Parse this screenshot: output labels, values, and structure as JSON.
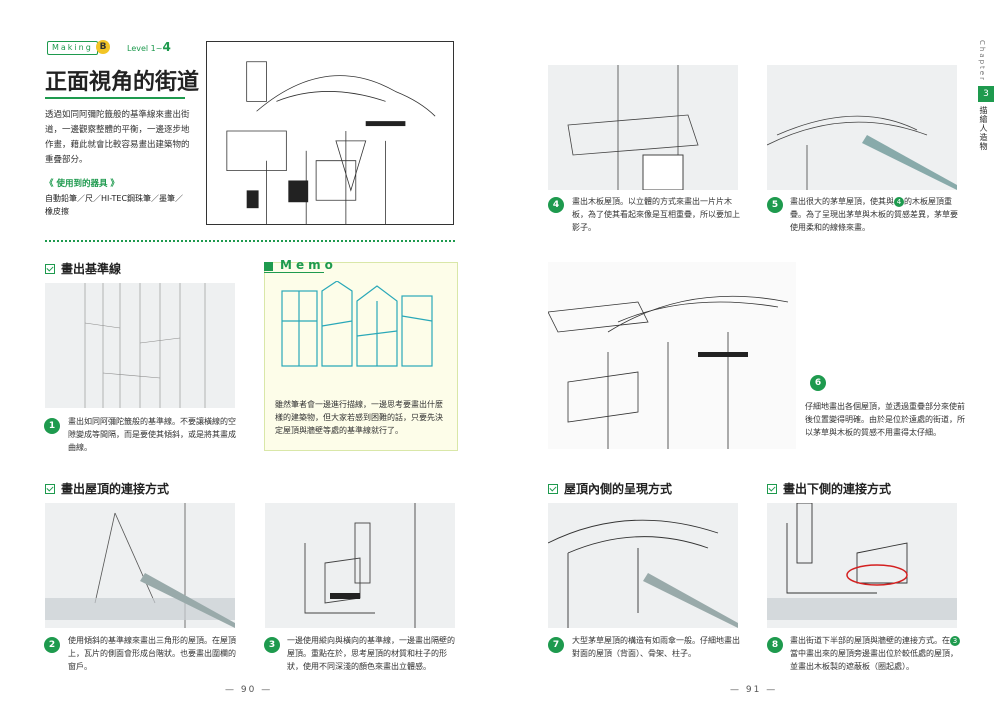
{
  "left_page": {
    "making_tag": "Making",
    "badge": "B",
    "level_label": "Level",
    "level_of": "1~",
    "level_num": "4",
    "title": "正面視角的街道",
    "intro": "透過如同阿彌陀籤般的基準線來畫出街道，一邊觀察整體的平衡，一邊逐步地作畫，藉此就會比較容易畫出建築物的重疊部分。",
    "tools_heading": "《 使用到的器具 》",
    "tools_text": "自動鉛筆／尺／HI-TEC鋼珠筆／墨筆／橡皮擦",
    "section1_title": "畫出基準線",
    "step1_num": "1",
    "step1_text": "畫出如同阿彌陀籤般的基準線。不要讓橫線的空隙變成等間隔，而是要使其傾斜，或是將其畫成曲線。",
    "memo_title": "Memo",
    "memo_text": "雖然筆者會一邊進行描線，一邊思考要畫出什麼樣的建築物，但大家若感到困難的話，只要先決定屋頂與牆壁等處的基準線就行了。",
    "section2_title": "畫出屋頂的連接方式",
    "step2_num": "2",
    "step2_text": "使用傾斜的基準線來畫出三角形的屋頂。在屋頂上，瓦片的側面會形成台階狀。也要畫出圍欄的窗戶。",
    "step3_num": "3",
    "step3_text": "一邊使用縱向與橫向的基準線，一邊畫出隔壁的屋頂。重點在於，思考屋頂的材質和柱子的形狀，使用不同深淺的顏色來畫出立體感。",
    "page_number": "90"
  },
  "right_page": {
    "step4_num": "4",
    "step4_text": "畫出木板屋頂。以立體的方式來畫出一片片木板，為了使其看起來像是互相重疊，所以要加上影子。",
    "step5_num": "5",
    "step5_text_a": "畫出很大的茅草屋頂，使其與",
    "step5_ref": "4",
    "step5_text_b": "的木板屋頂重疊。為了呈現出茅草與木板的質感差異，茅草要使用柔和的線條來畫。",
    "step6_num": "6",
    "step6_text": "仔細地畫出各個屋頂，並透過重疊部分來使前後位置變得明確。由於是位於遠處的街道，所以茅草與木板的質感不用畫得太仔細。",
    "section3_title": "屋頂內側的呈現方式",
    "step7_num": "7",
    "step7_text": "大型茅草屋頂的構造有如雨傘一般。仔細地畫出對面的屋頂（背面）、骨架、柱子。",
    "section4_title": "畫出下側的連接方式",
    "step8_num": "8",
    "step8_text_a": "畫出街道下半部的屋頂與牆壁的連接方式。在",
    "step8_ref": "3",
    "step8_text_b": "當中畫出來的屋頂旁邊畫出位於較低處的屋頂，並畫出木板製的遮蔽板（圈起處）。",
    "page_number": "91",
    "chapter_word": "Chapter",
    "chapter_num": "3",
    "chapter_title": "描繪人造物"
  },
  "colors": {
    "accent": "#1e9a4e",
    "badge": "#f2c526",
    "memo_bg": "#fdfde9",
    "circle": "#d42020"
  }
}
